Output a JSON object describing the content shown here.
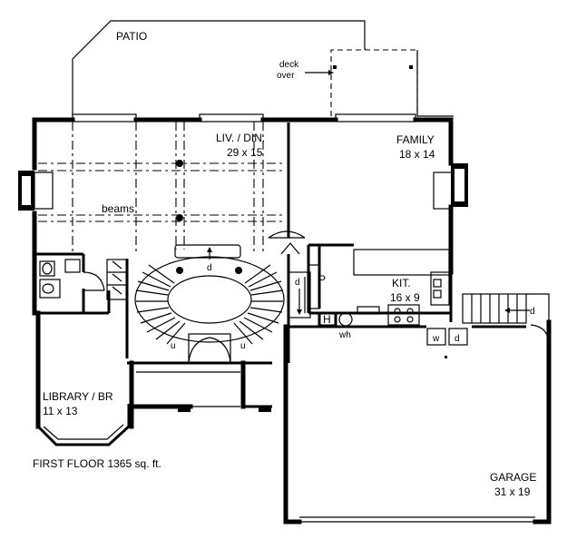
{
  "labels": {
    "patio": "PATIO",
    "deck_line1": "deck",
    "deck_line2": "over",
    "livdin_name": "LIV. / DIN.",
    "livdin_size": "29 x 15",
    "family_name": "FAMILY",
    "family_size": "18 x 14",
    "beams": "beams",
    "kit_name": "KIT.",
    "kit_size": "16 x 9",
    "library_name": "LIBRARY / BR",
    "library_size": "11 x 13",
    "garage_name": "GARAGE",
    "garage_size": "31 x 19",
    "first_floor": "FIRST FLOOR  1365  sq. ft.",
    "pantry": "P",
    "water_heater": "wh",
    "hvac": "H",
    "washer": "w",
    "dryer": "d",
    "down_main": "d",
    "down_stair_left": "d",
    "down_stair_right": "d",
    "up_left": "u",
    "up_right": "u"
  }
}
